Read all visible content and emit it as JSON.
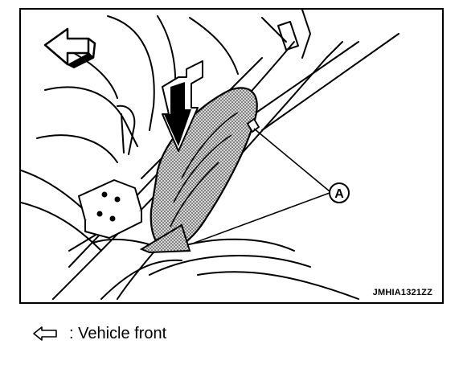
{
  "figure": {
    "code": "JMHIA1321ZZ",
    "callout_a": "A"
  },
  "legend": {
    "text": ": Vehicle front",
    "icon": "front-arrow-icon"
  },
  "colors": {
    "line": "#000000",
    "background": "#ffffff",
    "hatch": "#7a7a7a"
  }
}
